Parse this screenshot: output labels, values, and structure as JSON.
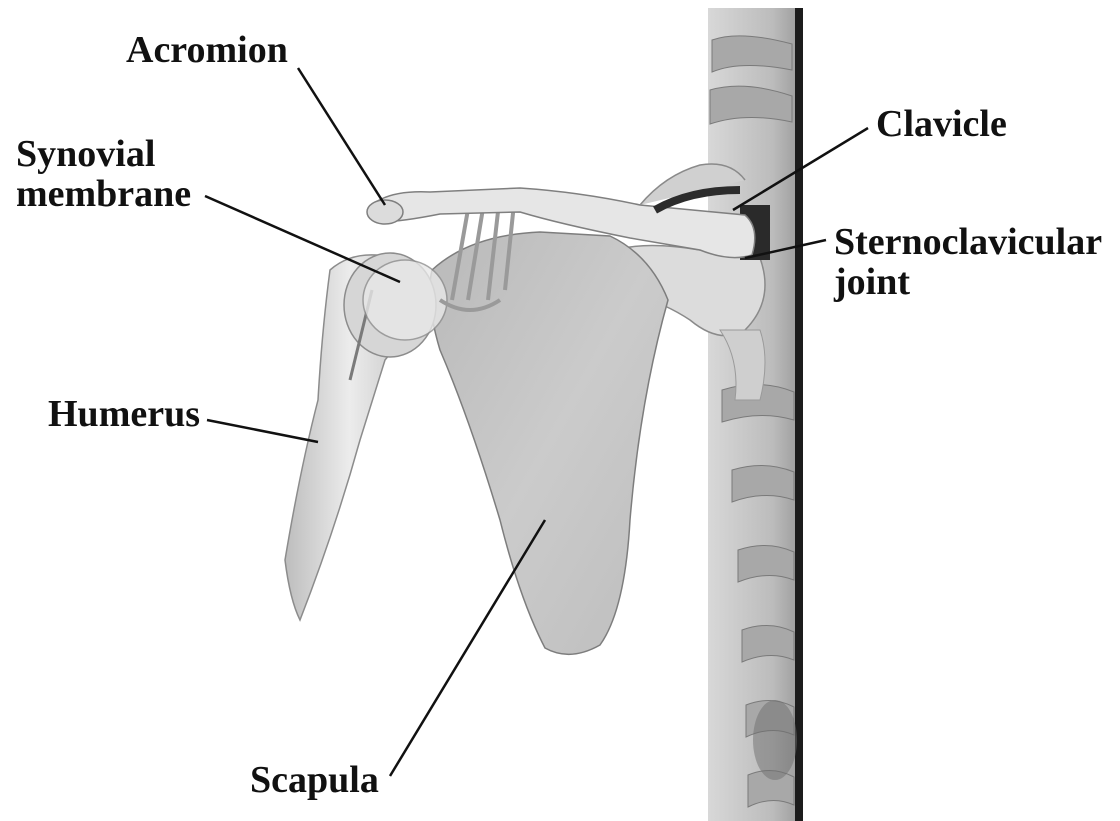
{
  "labels": {
    "acromion": "Acromion",
    "synovial_line1": "Synovial",
    "synovial_line2": "membrane",
    "clavicle": "Clavicle",
    "sterno_line1": "Sternoclavicular",
    "sterno_line2": "joint",
    "humerus": "Humerus",
    "scapula": "Scapula"
  },
  "colors": {
    "background": "#ffffff",
    "ink": "#111111",
    "bone_light": "#e4e4e4",
    "bone_mid": "#cfcfcf",
    "bone_dark": "#9a9a9a",
    "scapula_fill": "#c9c9c9",
    "spine_dark": "#1c1c1c"
  }
}
